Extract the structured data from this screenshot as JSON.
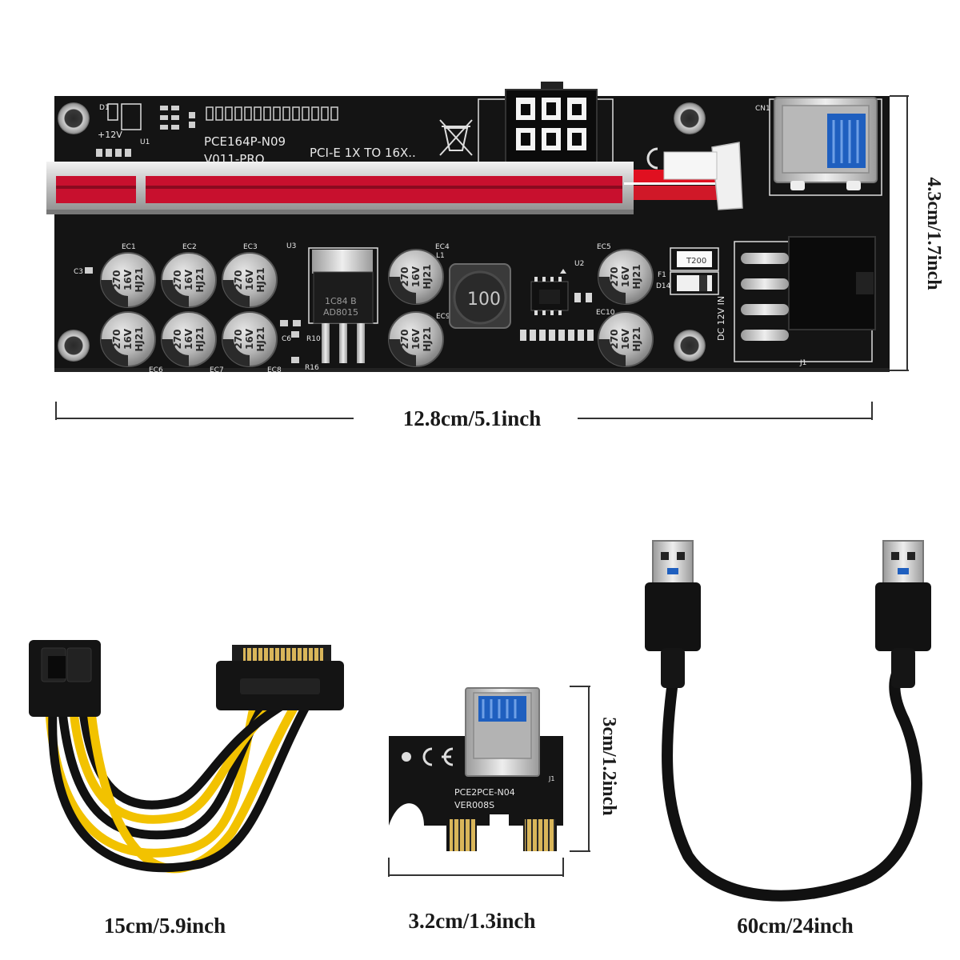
{
  "dimensions": {
    "board_width": "12.8cm/5.1inch",
    "board_height": "4.3cm/1.7inch",
    "power_cable_length": "15cm/5.9inch",
    "adapter_width": "3.2cm/1.3inch",
    "adapter_height": "3cm/1.2inch",
    "usb_cable_length": "60cm/24inch"
  },
  "riser_board": {
    "model": "PCE164P-N09",
    "version": "V011-PRO",
    "interface": "PCI-E 1X TO 16X..",
    "volt_label": "+12V",
    "dc_label": "DC 12V IN",
    "inductor": "100",
    "regulator_line1": "1C84 B",
    "regulator_line2": "AD8015",
    "fuse": "T200",
    "cap_value": "270",
    "cap_voltage": "16V",
    "cap_code": "HJ21",
    "silkscreen": {
      "d1": "D1",
      "u1": "U1",
      "u2": "U2",
      "u3": "U3",
      "l1": "L1",
      "f1": "F1",
      "d14": "D14",
      "cn1": "CN1",
      "j1": "J1",
      "c3": "C3",
      "c6": "C6",
      "r10": "R10",
      "r16": "R16",
      "ec1": "EC1",
      "ec2": "EC2",
      "ec3": "EC3",
      "ec4": "EC4",
      "ec5": "EC5",
      "ec6": "EC6",
      "ec7": "EC7",
      "ec8": "EC8",
      "ec9": "EC9",
      "ec10": "EC10"
    }
  },
  "adapter_card": {
    "model": "PCE2PCE-N04",
    "version": "VER008S",
    "j1": "J1"
  },
  "colors": {
    "pcb": "#141414",
    "slot_red": "#c8102e",
    "usb_blue": "#1f5fbf",
    "cable_yellow": "#f2c200",
    "gold": "#d9b65a"
  }
}
